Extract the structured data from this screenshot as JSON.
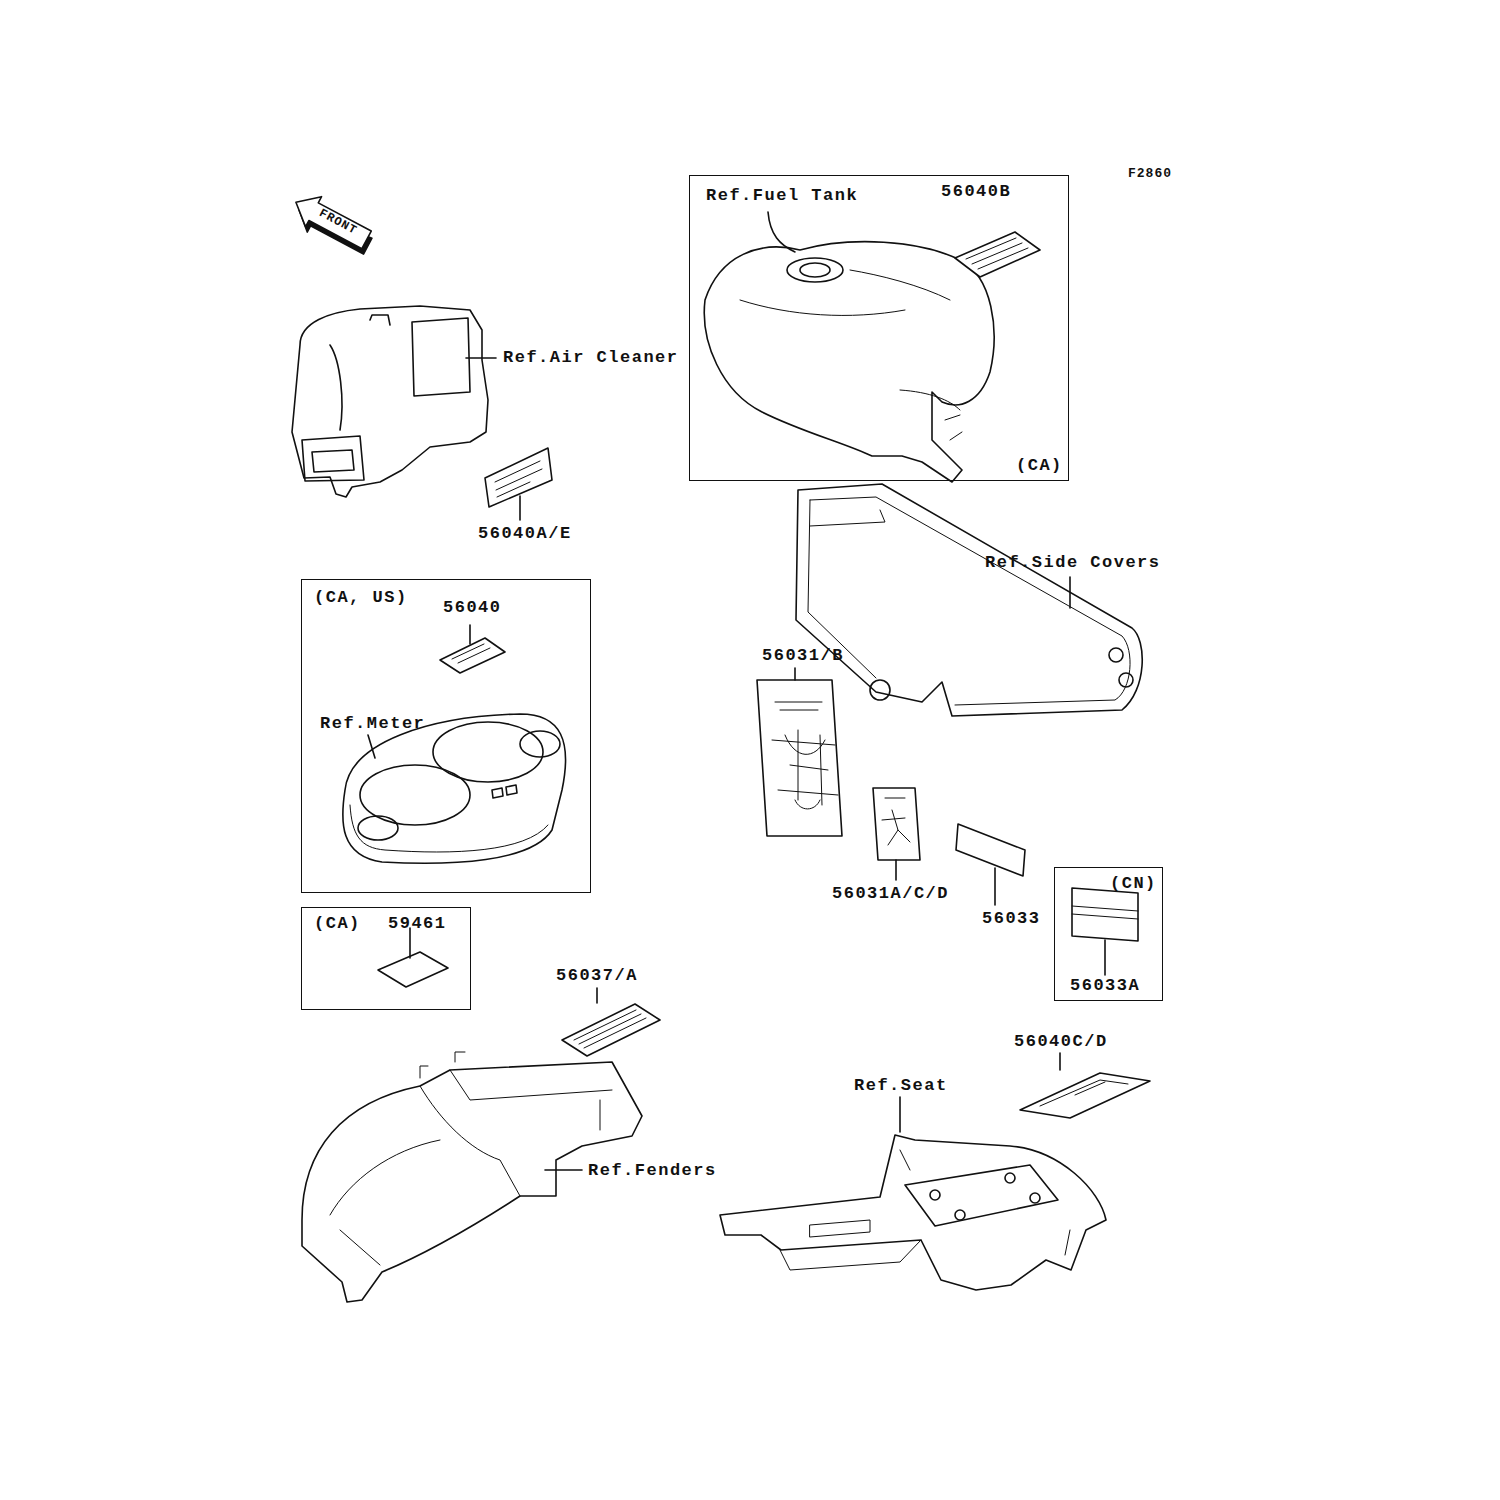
{
  "diagram": {
    "nodes": [
      {
        "text": [
          "Ref.Fuel Tank",
          "56040B",
          "(CA)"
        ]
      },
      {
        "text": [
          "(CA, US)",
          "56040",
          "Ref.Meter"
        ]
      },
      {
        "text": [
          "(CA)",
          "59461"
        ]
      },
      {
        "text": [
          "(CN)",
          "56033A"
        ]
      }
    ],
    "labels": [
      "F2860",
      "FRONT",
      "Ref.Air Cleaner",
      "56040A/E",
      "Ref.Side Covers",
      "56031/B",
      "56031A/C/D",
      "56033",
      "56037/A",
      "Ref.Fenders",
      "Ref.Seat",
      "56040C/D"
    ]
  }
}
